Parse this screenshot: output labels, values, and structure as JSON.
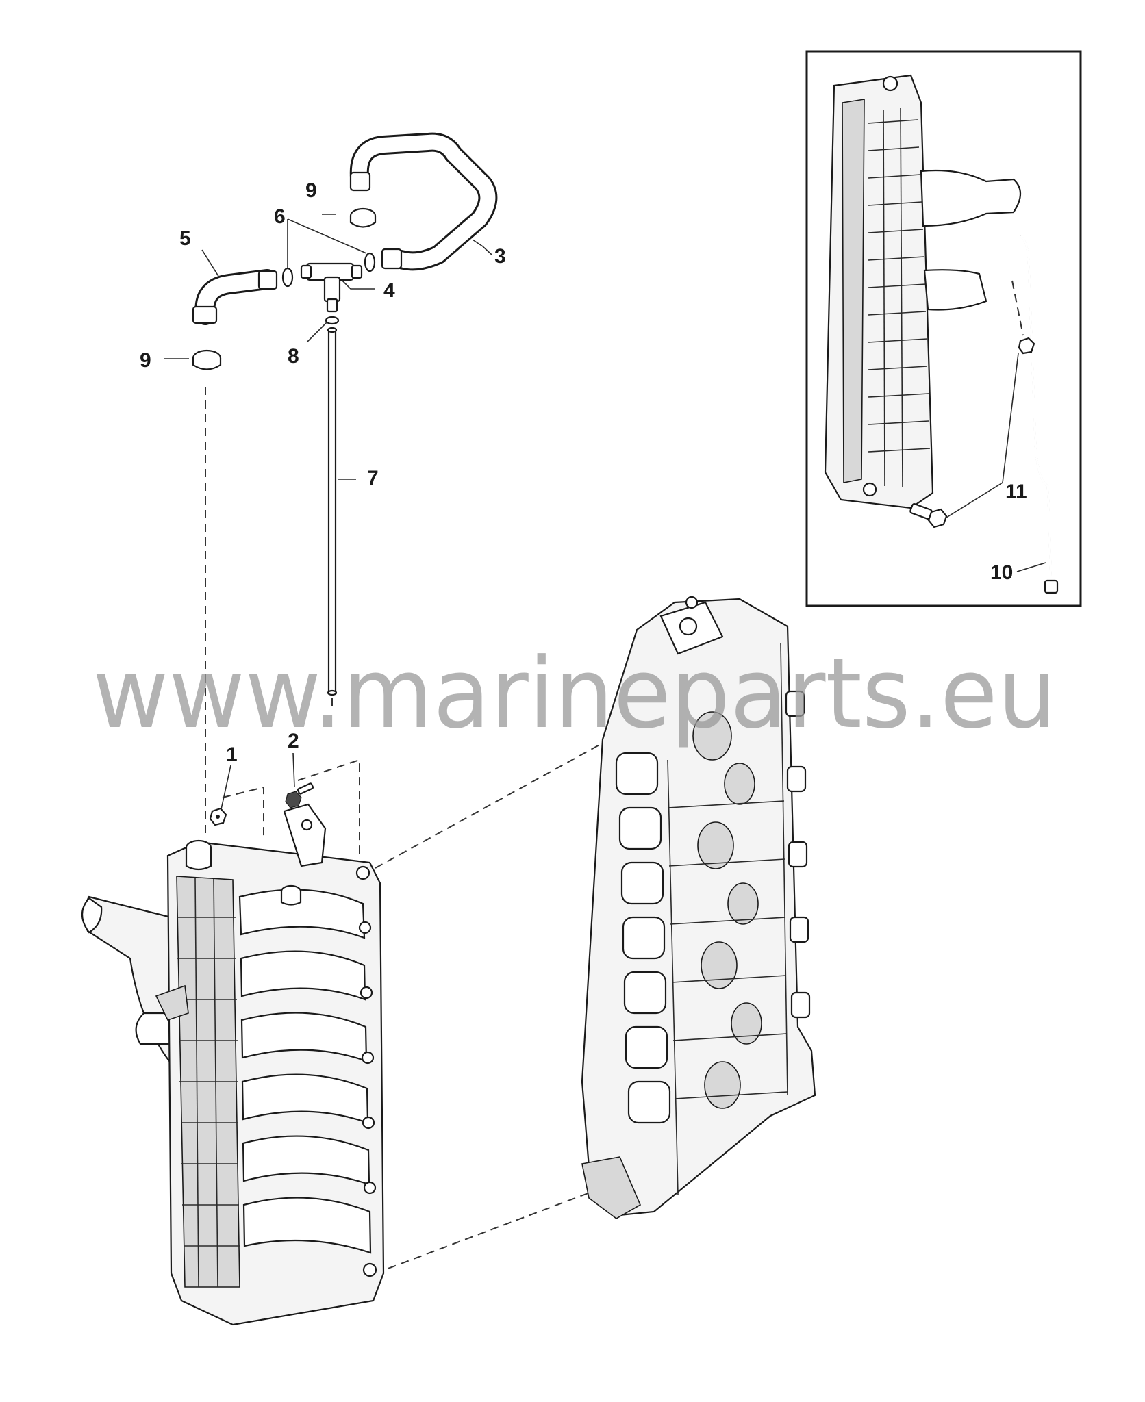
{
  "callouts": {
    "c1": "1",
    "c2": "2",
    "c3": "3",
    "c4": "4",
    "c5": "5",
    "c6": "6",
    "c7": "7",
    "c8": "8",
    "c9a": "9",
    "c9b": "9",
    "c10": "10",
    "c11": "11"
  },
  "watermark": "www.marineparts.eu"
}
